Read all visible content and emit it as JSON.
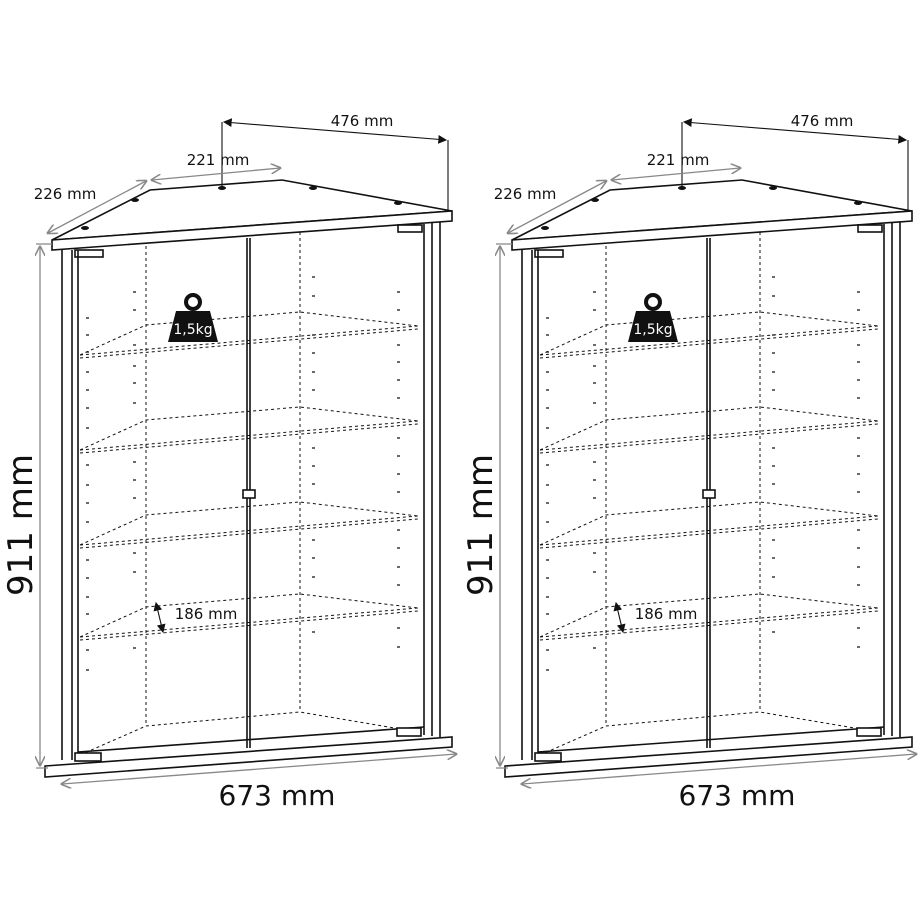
{
  "diagrams": [
    {
      "depth_label": "476 mm",
      "front_label": "221 mm",
      "side_label": "226 mm",
      "height_label": "911 mm",
      "width_label": "673 mm",
      "shelf_gap_label": "186 mm",
      "weight_label": "1,5kg"
    },
    {
      "depth_label": "476 mm",
      "front_label": "221 mm",
      "side_label": "226 mm",
      "height_label": "911 mm",
      "width_label": "673 mm",
      "shelf_gap_label": "186 mm",
      "weight_label": "1,5kg"
    }
  ]
}
